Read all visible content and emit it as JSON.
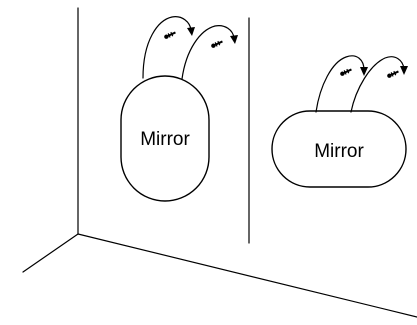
{
  "mirrors": [
    {
      "label": "Mirror",
      "orientation": "portrait"
    },
    {
      "label": "Mirror",
      "orientation": "landscape"
    }
  ],
  "hanging_steps": [
    {
      "icon": "screw-icon",
      "arrow": "curved-arrow-icon"
    },
    {
      "icon": "screw-icon",
      "arrow": "curved-arrow-icon"
    },
    {
      "icon": "screw-icon",
      "arrow": "curved-arrow-icon"
    },
    {
      "icon": "screw-icon",
      "arrow": "curved-arrow-icon"
    }
  ]
}
